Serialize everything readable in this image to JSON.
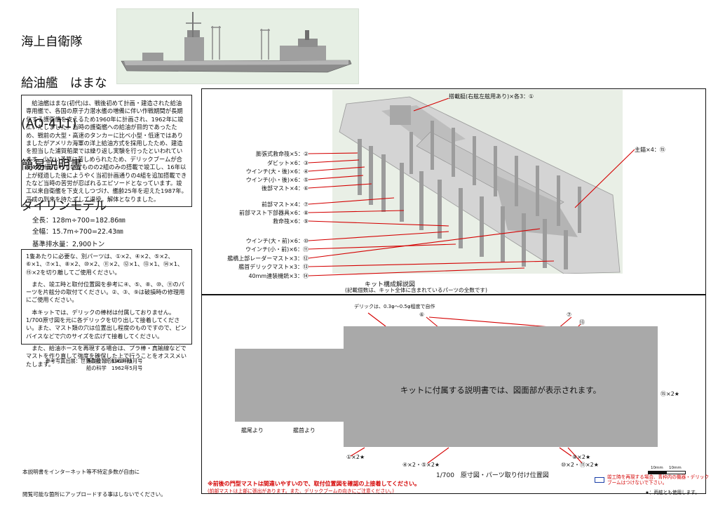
{
  "title": {
    "lines": [
      "海上自衛隊",
      "給油艦　はまな",
      "(AO-411)",
      "簡易説明書",
      "ダイリンモデル"
    ]
  },
  "description": "　給油艦はまな(初代)は、戦後初めて計画・建造された給油専用艦で、各国の原子力潜水艦の増備に伴い作戦期間が長期化する護衛艦を支えるため1960年に計画され、1962年に竣工いたしました。当時の護衛艦への給油が目的であったため、戦前の大型・高速のタンカーに比べ小型・低速ではありましたがアメリカ海軍の洋上給油方式を採用したため、建造を担当した浦賀船渠では繰り返し実験を行ったといわれています。少ない予算に苦しめられたため、デリックブームが合計4組計画されていたものの2組のみの搭載で竣工し、16年以上が経過した後にようやく当初計画通りの4組を追加搭載できたなど当時の苦労が忍ばれるエピソードとなっています。竣工以来自衛艦を下支えしつづけ、艦齢25年を迎えた1987年。平成の到来を待たずして退役。解体となりました。",
  "specs": {
    "length": "全長：128m÷700=182.86㎜",
    "beam": "全幅：15.7m÷700=22.43㎜",
    "displacement": "基準排水量：2,900トン"
  },
  "notes": [
    "1隻あたりに必要な、別パーツは、①×2、④×2、⑤×2、⑥×1、⑦×1、⑧×2、⑩×2、⑪×2、⑫×1、⑬×1、⑭×1、⑮×2を切り離してご使用ください。",
    "　また、竣工時と取付位置図を参考に④、⑤、⑧、⑩、⑪のパーツを片舷分の取付てください。②、③、⑨は破損時の修理用にご使用ください。",
    "　本キットでは、デリックの棒材は付属しておりません。1/700原寸図を元に各デリックを切り出して接着してください。また、マスト類の穴は位置出し程度のものですので、ピンバイスなどで穴のサイズを広げて接着してください。",
    "　また、給油ホースを再現する場合は、プラ棒・真鍮線などでマストを作り直して強度を確保した上で行うことをオススメいたします。"
  ],
  "references": {
    "label": "参考写真出展：",
    "items": [
      "世界の船　昭和43年版",
      "浦賀技報　1963年3月号",
      "船の科学　1962年5月号"
    ]
  },
  "web_notice": [
    "本説明書をインターネット等不特定多数が自由に",
    "閲覧可能な箇所にアップロードする事はしないでください。"
  ],
  "kit": {
    "top_label": "搭載艇(右舷左舷用あり)×各3：①",
    "right_label": "主錨×4：⑮",
    "left_labels": [
      "膨張式救命筏×5：②",
      "ダビット×6：③",
      "ウインチ(大・後)×6：④",
      "ウインチ(小・後)×6：⑤",
      "後部マスト×4：⑥",
      "前部マスト×4：⑦",
      "前部マスト下部器具×6：⑧",
      "救命筏×6：⑨",
      "ウインチ(大・前)×6：⑩",
      "ウインチ(小・前)×6：⑪",
      "艦橋上部レーダーマスト×3：⑫",
      "艦首デリックマスト×3：⑬",
      "40mm連装機銃×3：⑭"
    ],
    "caption": "キット構成解説図",
    "subcaption": "(記載個数は、キット全体に含まれているパーツの全数です)"
  },
  "drawing": {
    "derrick_note": "デリックは、0.3φ～0.5φ程度で自作",
    "callouts": {
      "c6": "⑥",
      "c7": "⑦",
      "c13": "⑬",
      "c15": "⑮×2★",
      "c1": "①×2★",
      "c45": "④×2・⑤×2★",
      "c8": "⑧×2★",
      "c1011": "⑩×2・⑪×2★"
    },
    "placeholder": "キットに付属する説明書では、図面部が表示されます。",
    "stern_view": "艦尾より",
    "bow_view": "艦首より",
    "caption": "1/700　原寸図・パーツ取り付け位置図",
    "scale": [
      "10mm",
      "10mm"
    ]
  },
  "warning": {
    "line1": "※前後の門型マストは間違いやすいので、取付位置図を確認の上接着してください。",
    "line2": "(前部マストは上部に張出があります。また、デリックブームの向きにご注意ください。)"
  },
  "legend": {
    "box_text": "竣工時を再現する場合、青枠内の機器・デリックブームはつけないで下さい。",
    "star_text": "★：両舷とも使用します。"
  },
  "colors": {
    "accent_red": "#d40000",
    "legend_blue": "#1a3fa8",
    "placeholder_gray": "#a9a9a9"
  }
}
